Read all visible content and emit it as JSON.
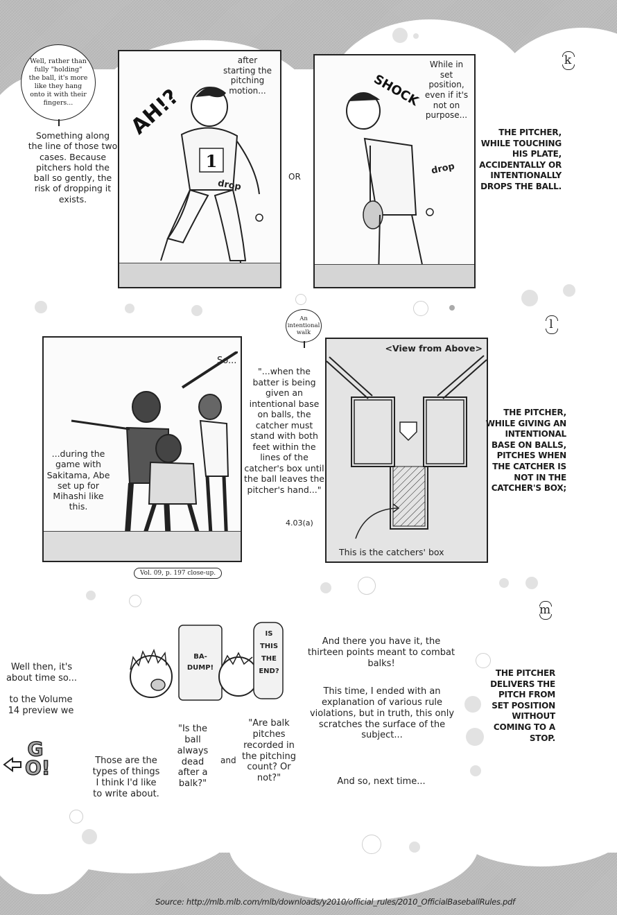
{
  "page": {
    "background_color": "#bdbdbd",
    "cloud_color": "#ffffff"
  },
  "section_k": {
    "marker": "k",
    "speech_bubble": "Well, rather than fully \"holding\" the ball, it's more like they hang onto it with their fingers...",
    "narration": "Something along the line of those two cases. Because pitchers hold the ball so gently, the risk of dropping it exists.",
    "panel_1": {
      "sfx": "AH!?",
      "caption": "after starting the pitching motion...",
      "drop_label": "drop",
      "jersey_number": "1"
    },
    "separator": "OR",
    "panel_2": {
      "sfx": "SHOCK",
      "caption": "While in set position, even if it's not on purpose...",
      "drop_label": "drop"
    },
    "rule_text": "THE PITCHER, WHILE TOUCHING HIS PLATE, ACCIDENTALLY OR INTENTIONALLY DROPS THE BALL."
  },
  "section_l": {
    "marker": "l",
    "speech_bubble": "An intentional walk",
    "panel": {
      "sfx": "So...",
      "caption": "...during the game with Sakitama, Abe set up for Mihashi like this.",
      "reference_tag": "Vol. 09, p. 197 close-up."
    },
    "quote": "\"...when the batter is being given an intentional base on balls, the catcher must stand with both feet within the lines of the catcher's box until the ball leaves the pitcher's hand...\"",
    "quote_rule_number": "4.03(a)",
    "diagram": {
      "title": "<View from Above>",
      "label": "This is the catchers' box"
    },
    "rule_text": "THE PITCHER, WHILE GIVING AN INTENTIONAL BASE ON BALLS, PITCHES WHEN THE CATCHER IS NOT IN THE CATCHER'S BOX;"
  },
  "section_m": {
    "marker": "m",
    "rule_text": "THE PITCHER DELIVERS THE PITCH FROM SET POSITION WITHOUT COMING TO A STOP."
  },
  "closing": {
    "left_text_1": "Well then, it's about time so...",
    "left_text_2": "to the Volume 14 preview we",
    "go_label": "GO!",
    "sfx_1": "BA-DUMP!",
    "sfx_2": "IS THIS THE END?",
    "types_text": "Those are the types of things I think I'd like to write about.",
    "question_1": "\"Is the ball always dead after a balk?\"",
    "and_label": "and",
    "question_2": "\"Are balk pitches recorded in the pitching count? Or not?\"",
    "summary_1": "And there you have it, the thirteen points meant to combat balks!",
    "summary_2": "This time, I ended with an explanation of various rule violations, but in truth, this only scratches the surface of the subject...",
    "summary_3": "And so, next time..."
  },
  "footer": {
    "source": "Source: http://mlb.mlb.com/mlb/downloads/y2010/official_rules/2010_OfficialBaseballRules.pdf"
  }
}
